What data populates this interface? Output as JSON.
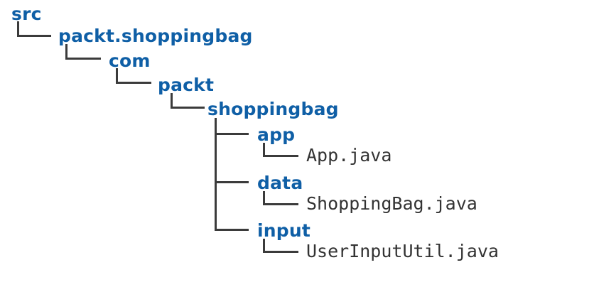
{
  "diagram": {
    "kind": "file-tree",
    "title": "Java project source folder structure",
    "colors": {
      "package": "#0f5fa6",
      "file": "#333333",
      "connector": "#3b3b3b",
      "background": "#ffffff"
    }
  },
  "nodes": [
    {
      "id": "src",
      "label": "src",
      "type": "package",
      "depth": 0
    },
    {
      "id": "packt-sb",
      "label": "packt.shoppingbag",
      "type": "package",
      "depth": 1
    },
    {
      "id": "com",
      "label": "com",
      "type": "package",
      "depth": 2
    },
    {
      "id": "packt",
      "label": "packt",
      "type": "package",
      "depth": 3
    },
    {
      "id": "shoppingbag",
      "label": "shoppingbag",
      "type": "package",
      "depth": 4
    },
    {
      "id": "app",
      "label": "app",
      "type": "package",
      "depth": 5
    },
    {
      "id": "app-java",
      "label": "App.java",
      "type": "file",
      "depth": 6
    },
    {
      "id": "data",
      "label": "data",
      "type": "package",
      "depth": 5
    },
    {
      "id": "shoppingbag-java",
      "label": "ShoppingBag.java",
      "type": "file",
      "depth": 6
    },
    {
      "id": "input",
      "label": "input",
      "type": "package",
      "depth": 5
    },
    {
      "id": "userinceutil-java",
      "label": "UserInputUtil.java",
      "type": "file",
      "depth": 6
    }
  ]
}
